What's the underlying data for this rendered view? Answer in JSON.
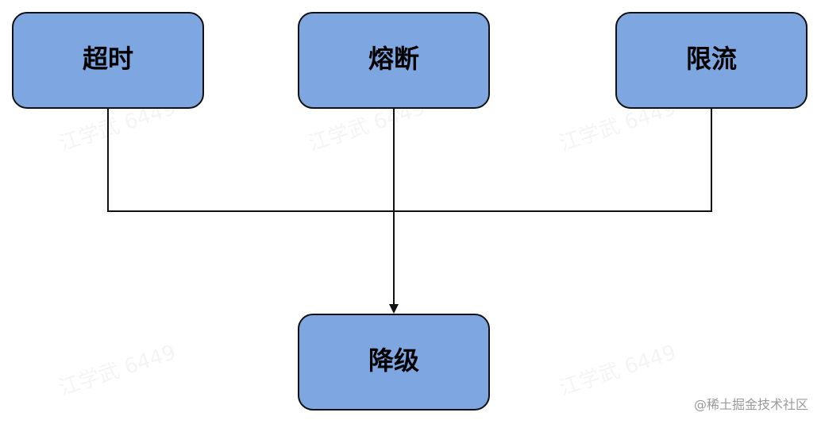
{
  "diagram": {
    "nodes": [
      {
        "id": "timeout",
        "label": "超时"
      },
      {
        "id": "circuit-breaker",
        "label": "熔断"
      },
      {
        "id": "rate-limit",
        "label": "限流"
      },
      {
        "id": "degrade",
        "label": "降级"
      }
    ],
    "edges": [
      {
        "from": "timeout",
        "to": "degrade"
      },
      {
        "from": "circuit-breaker",
        "to": "degrade"
      },
      {
        "from": "rate-limit",
        "to": "degrade"
      }
    ],
    "colors": {
      "node_fill": "#7ea6e0",
      "node_stroke": "#111111",
      "edge": "#111111"
    }
  },
  "watermark": {
    "text": "江学武 6449"
  },
  "credit": {
    "text": "@稀土掘金技术社区"
  }
}
